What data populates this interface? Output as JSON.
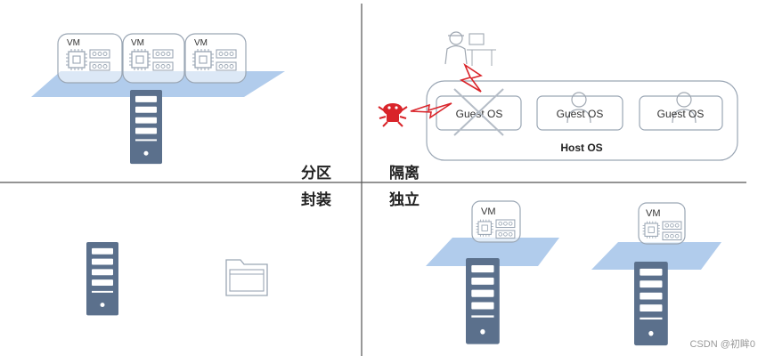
{
  "labels": {
    "partition": "分区",
    "encapsulation": "封装",
    "isolation": "隔离",
    "independence": "独立"
  },
  "partition_panel": {
    "vms": [
      "VM",
      "VM",
      "VM"
    ]
  },
  "isolation_panel": {
    "guests": [
      "Guest OS",
      "Guest OS",
      "Guest OS"
    ],
    "host": "Host OS"
  },
  "independence_panel": {
    "vms": [
      "VM",
      "VM"
    ]
  },
  "watermark": "CSDN @初眸0",
  "colors": {
    "platform": "#a9c6ea",
    "server": "#5b708c",
    "vm_border": "#9aa6b4",
    "virus": "#d9242a",
    "divider": "#555555"
  },
  "icons": [
    "cpu-chip-icon",
    "ram-module-icon",
    "server-tower-icon",
    "folder-icon",
    "virus-bug-icon",
    "lightning-bolt-icon",
    "user-icon",
    "cross-icon"
  ]
}
